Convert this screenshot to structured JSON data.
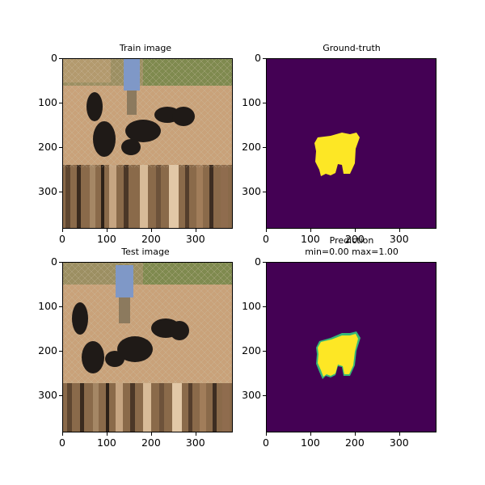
{
  "panels": {
    "train": {
      "title": "Train image"
    },
    "gt": {
      "title": "Ground-truth"
    },
    "test": {
      "title": "Test image"
    },
    "pred": {
      "title_line1": "Prediction",
      "title_line2": "min=0.00 max=1.00"
    }
  },
  "axes": {
    "y_ticks": [
      "0",
      "100",
      "200",
      "300"
    ],
    "x_ticks": [
      "0",
      "100",
      "200",
      "300"
    ]
  },
  "colors": {
    "background_mask": "#440154",
    "foreground_mask": "#fde725",
    "edge_mask": "#35b779"
  }
}
